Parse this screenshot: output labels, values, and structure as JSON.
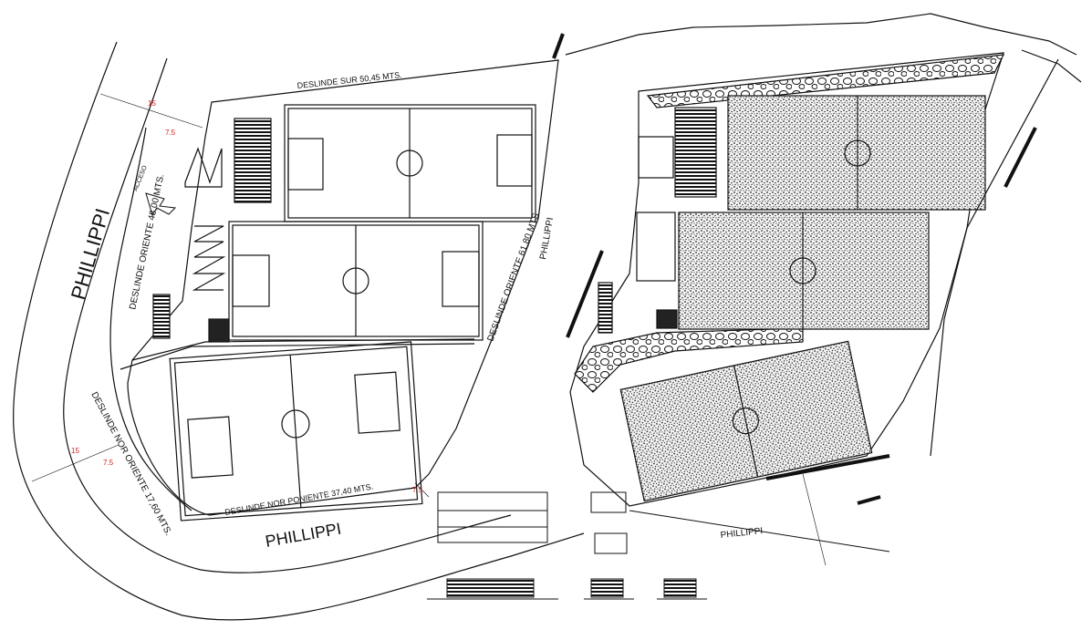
{
  "drawing": {
    "street_labels": {
      "phillippi_left": "PHILLIPPI",
      "phillippi_bottom": "PHILLIPPI",
      "phillippi_right_top": "PHILLIPPI",
      "phillippi_right_bottom": "PHILLIPPI"
    },
    "boundary_labels": {
      "sur": "DESLINDE SUR 50,45 MTS.",
      "oriente": "DESLINDE ORIENTE 48,00 MTS.",
      "oriente_right": "DESLINDE ORIENTE 61,80 MTS.",
      "nor_oriente": "DESLINDE NOR ORIENTE 17,60 MTS.",
      "nor_poniente": "DESLINDE NOR PONIENTE 37,40 MTS."
    },
    "dimension_labels": {
      "d15_top": "15",
      "d75_top": "7.5",
      "d15_bottom": "15",
      "d75_bottom": "7.5",
      "d75_right": "7.5"
    },
    "access_label": "ACCESO",
    "colors": {
      "line": "#111111",
      "dimension": "#d21b1b",
      "turf": "#f7f7f7"
    }
  }
}
